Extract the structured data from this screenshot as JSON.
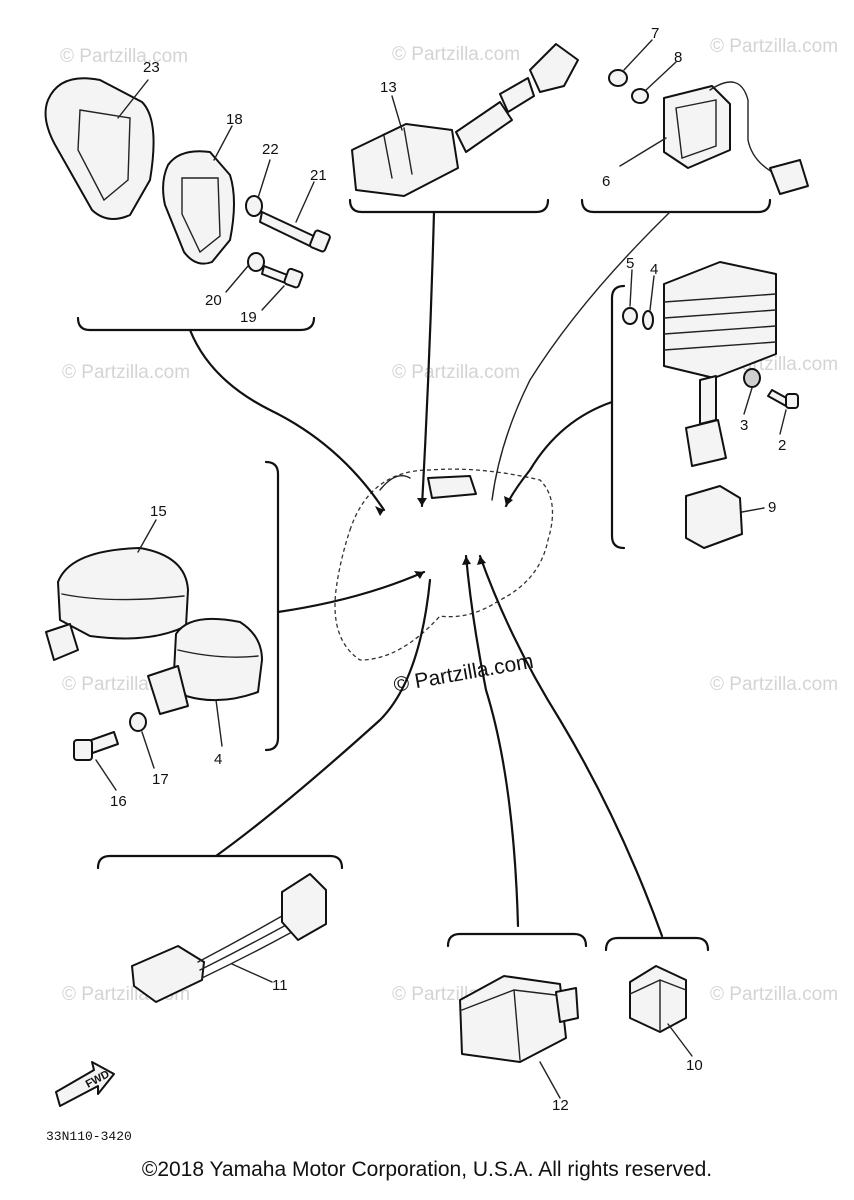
{
  "watermark": "© Partzilla.com",
  "center_watermark": "© Partzilla.com",
  "diagram_code": "33N110-3420",
  "fwd_label": "FWD",
  "copyright": "©2018 Yamaha Motor Corporation, U.S.A. All rights reserved.",
  "callouts": {
    "c23": "23",
    "c18": "18",
    "c22": "22",
    "c21": "21",
    "c20": "20",
    "c19": "19",
    "c13": "13",
    "c7": "7",
    "c8": "8",
    "c6": "6",
    "c5": "5",
    "c4a": "4",
    "c3": "3",
    "c2": "2",
    "c9": "9",
    "c15": "15",
    "c4b": "4",
    "c17": "17",
    "c16": "16",
    "c11": "11",
    "c12": "12",
    "c10": "10"
  }
}
